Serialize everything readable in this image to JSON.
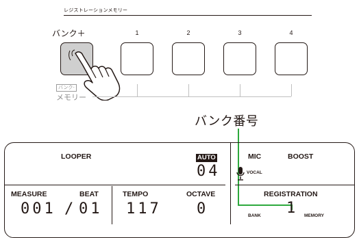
{
  "header": {
    "section_title": "レジストレーションメモリー"
  },
  "pads": {
    "bank_label": "バンク＋",
    "numbers": [
      "1",
      "2",
      "3",
      "4"
    ],
    "bracket_label": "バンク-",
    "memory_label": "メモリー"
  },
  "callout": {
    "bank_number_label": "バンク番号"
  },
  "display": {
    "looper": "LOOPER",
    "auto": "AUTO",
    "auto_value": "04",
    "mic": "MIC",
    "boost": "BOOST",
    "vocal": "VOCAL",
    "measure": "MEASURE",
    "beat": "BEAT",
    "measure_value": "001",
    "beat_separator": "/",
    "beat_value": "01",
    "tempo": "TEMPO",
    "tempo_value": "117",
    "octave": "OCTAVE",
    "octave_value": "0",
    "registration": "REGISTRATION",
    "bank": "BANK",
    "bank_value": "1",
    "memory": "MEMORY"
  },
  "colors": {
    "ink": "#231815",
    "pad_pressed": "#cfcfcf",
    "leader_line": "#2ca83c"
  },
  "icons": [
    "hand-pointer-icon",
    "microphone-icon"
  ]
}
